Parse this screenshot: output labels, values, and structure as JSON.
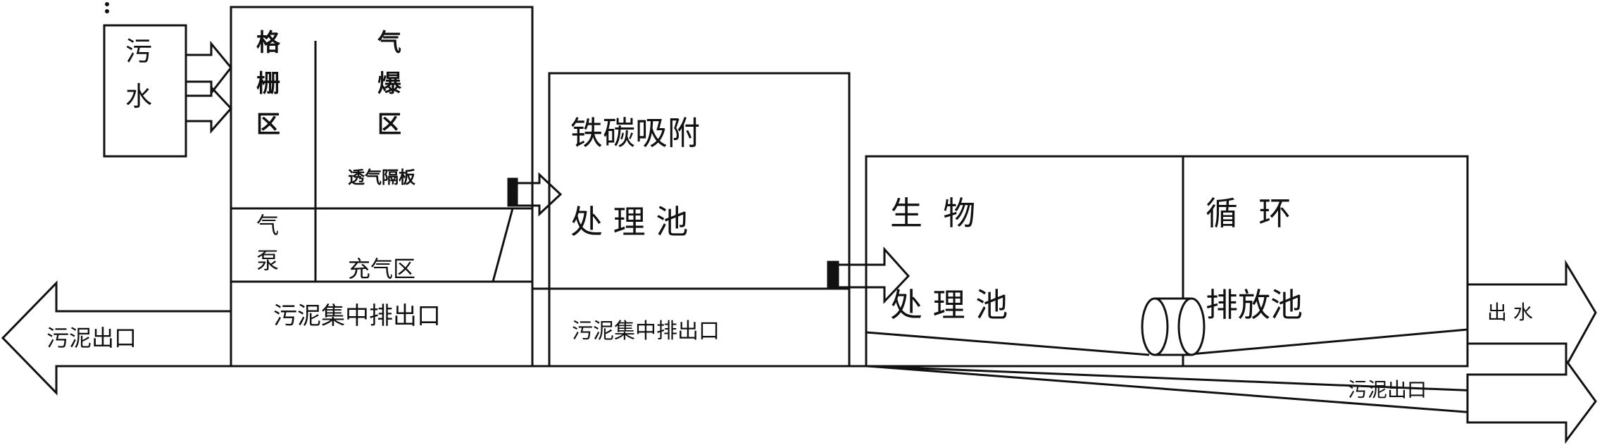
{
  "colors": {
    "stroke": "#111111",
    "background": "#ffffff",
    "text": "#111111"
  },
  "labels": {
    "sewage": [
      "污",
      "水"
    ],
    "grid_zone": [
      "格",
      "栅",
      "区"
    ],
    "aeration_zone": [
      "气",
      "爆",
      "区"
    ],
    "permeable_plate": "透气隔板",
    "air_pump": [
      "气",
      "泵"
    ],
    "inflation_zone": "充气区",
    "sludge_collection_1": "污泥集中排出口",
    "sludge_outlet_left": "污泥出口",
    "iron_carbon_line1": "铁碳吸附",
    "iron_carbon_line2": "处 理 池",
    "sludge_collection_2": "污泥集中排出口",
    "bio_line1": "生  物",
    "bio_line2": "处 理 池",
    "circ_line1": "循  环",
    "circ_line2": "排放池",
    "water_out": "出 水",
    "sludge_outlet_right": "污泥出口"
  }
}
